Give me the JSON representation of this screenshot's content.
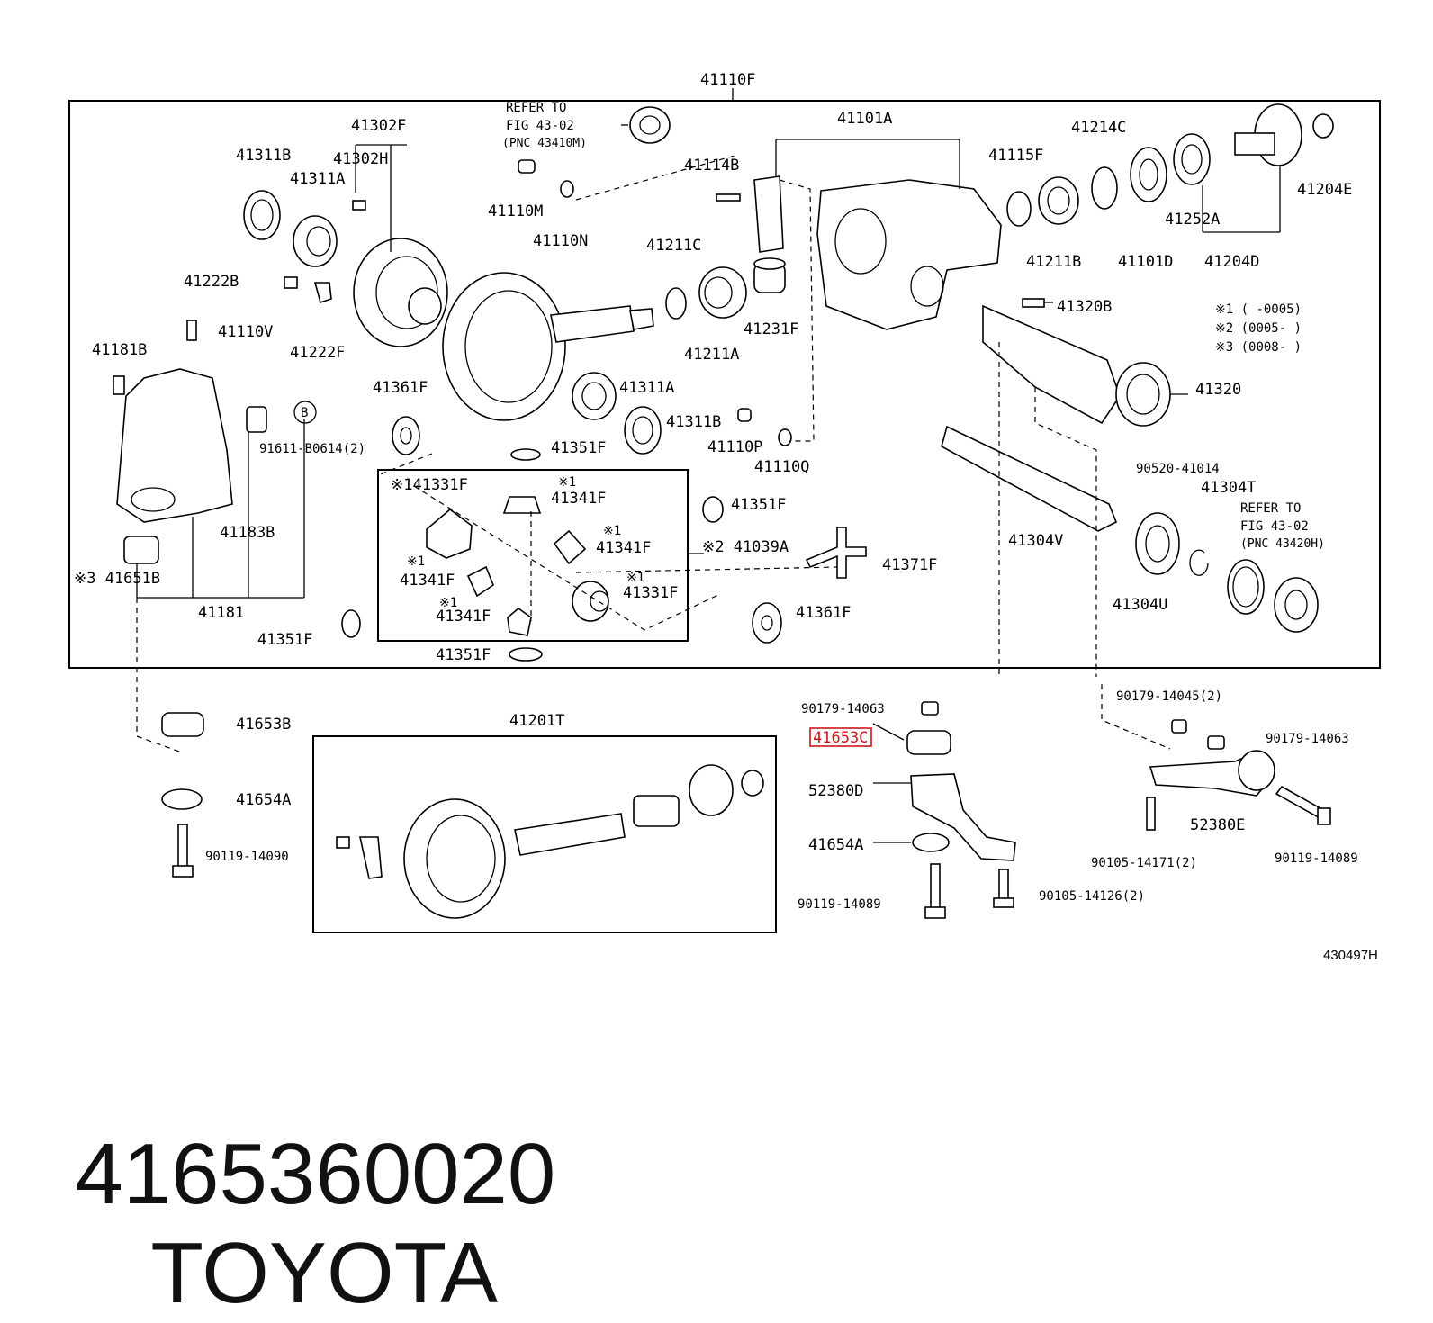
{
  "labels": {
    "l_41110F": "41110F",
    "l_refer1": "REFER TO",
    "l_fig1": "FIG 43-02",
    "l_pnc1": "(PNC 43410M)",
    "l_41101A": "41101A",
    "l_41302F": "41302F",
    "l_41311B_a": "41311B",
    "l_41302H": "41302H",
    "l_41311A_a": "41311A",
    "l_41110M": "41110M",
    "l_41110N": "41110N",
    "l_41114B": "41114B",
    "l_41115F": "41115F",
    "l_41214C": "41214C",
    "l_41204E": "41204E",
    "l_41252A": "41252A",
    "l_41211B": "41211B",
    "l_41101D": "41101D",
    "l_41204D": "41204D",
    "l_41211C": "41211C",
    "l_41222B": "41222B",
    "l_41222F": "41222F",
    "l_41110V": "41110V",
    "l_41231F": "41231F",
    "l_41211A": "41211A",
    "l_41320B": "41320B",
    "l_n1": "※1 (    -0005)",
    "l_n2": "※2 (0005-    )",
    "l_n3": "※3 (0008-    )",
    "l_41181B": "41181B",
    "l_41361F_a": "41361F",
    "l_41311A_b": "41311A",
    "l_41320": "41320",
    "l_B": "B",
    "l_91611": "91611-B0614(2)",
    "l_41311B_b": "41311B",
    "l_41110P": "41110P",
    "l_41351F_a": "41351F",
    "l_41110Q": "41110Q",
    "l_90520": "90520-41014",
    "l_41331F_a": "※141331F",
    "l_41341F_a_n": "※1",
    "l_41341F_a": "41341F",
    "l_41351F_b": "41351F",
    "l_41304T": "41304T",
    "l_refer2": "REFER TO",
    "l_fig2": "FIG 43-02",
    "l_pnc2": "(PNC 43420H)",
    "l_41183B": "41183B",
    "l_41341F_b_n": "※1",
    "l_41341F_b": "41341F",
    "l_41039A": "※2 41039A",
    "l_41304V": "41304V",
    "l_41651B": "※3 41651B",
    "l_41341F_c_n": "※1",
    "l_41341F_c": "41341F",
    "l_41331F_b_n": "※1",
    "l_41331F_b": "41331F",
    "l_41371F": "41371F",
    "l_41304U": "41304U",
    "l_41181": "41181",
    "l_41341F_d_n": "※1",
    "l_41341F_d": "41341F",
    "l_41361F_b": "41361F",
    "l_41351F_c": "41351F",
    "l_41351F_d": "41351F",
    "l_90179_a": "90179-14063",
    "l_90179_b": "90179-14045(2)",
    "l_41653B": "41653B",
    "l_41201T": "41201T",
    "l_41653C": "41653C",
    "l_90179_c": "90179-14063",
    "l_52380D": "52380D",
    "l_41654A_a": "41654A",
    "l_52380E": "52380E",
    "l_41654A_b": "41654A",
    "l_90119_a": "90119-14090",
    "l_90105_a": "90105-14171(2)",
    "l_90119_b": "90119-14089",
    "l_90119_c": "90119-14089",
    "l_90105_b": "90105-14126(2)",
    "l_figno": "430497H"
  },
  "highlight": {
    "part": "41653C",
    "color": "#d0161b"
  },
  "caption": {
    "part_number": "4165360020",
    "brand": "TOYOTA"
  }
}
